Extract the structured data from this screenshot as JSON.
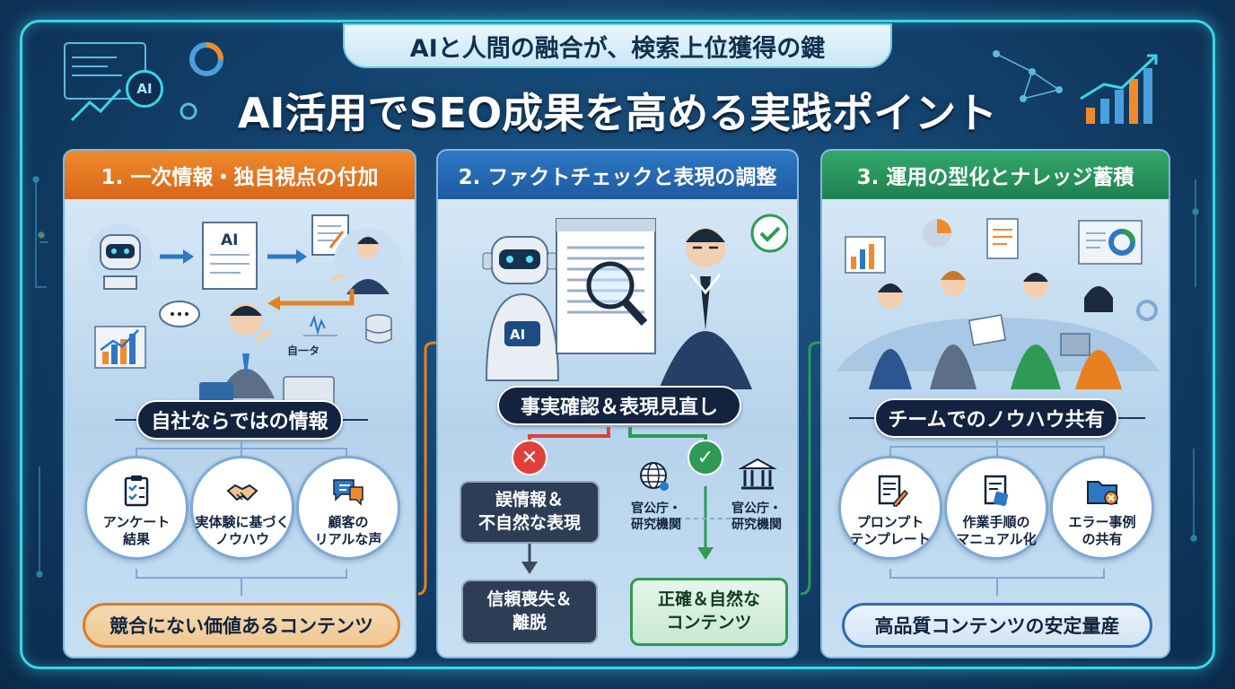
{
  "header": {
    "subtitle": "AIと人間の融合が、検索上位獲得の鍵",
    "title": "AI活用でSEO成果を高める実践ポイント"
  },
  "panels": [
    {
      "heading": "1. 一次情報・独自視点の付加",
      "doc_label": "AI",
      "data_label": "自一タ",
      "center_label": "自社ならではの情報",
      "items": [
        "アンケート\n結果",
        "実体験に基づく\nノウハウ",
        "顧客の\nリアルな声"
      ],
      "result": "競合にない価値あるコンテンツ"
    },
    {
      "heading": "2. ファクトチェックと表現の調整",
      "robot_label": "AI",
      "center_label": "事実確認＆表現見直し",
      "bad_box": "誤情報＆\n不自然な表現",
      "bad_result": "信頼喪失＆\n離脱",
      "source_1": "官公庁・\n研究機関",
      "source_2": "官公庁・\n研究機関",
      "good_result": "正確＆自然な\nコンテンツ"
    },
    {
      "heading": "3. 運用の型化とナレッジ蓄積",
      "center_label": "チームでのノウハウ共有",
      "items": [
        "プロンプト\nテンプレート",
        "作業手順の\nマニュアル化",
        "エラー事例\nの共有"
      ],
      "result": "高品質コンテンツの安定量産"
    }
  ],
  "decor": {
    "ai_badge": "AI"
  },
  "colors": {
    "frame": "#38d6e8",
    "orange": "#e07a22",
    "blue": "#1e5aa0",
    "green": "#2f9a55",
    "navy": "#13233f",
    "red": "#e0403a"
  }
}
